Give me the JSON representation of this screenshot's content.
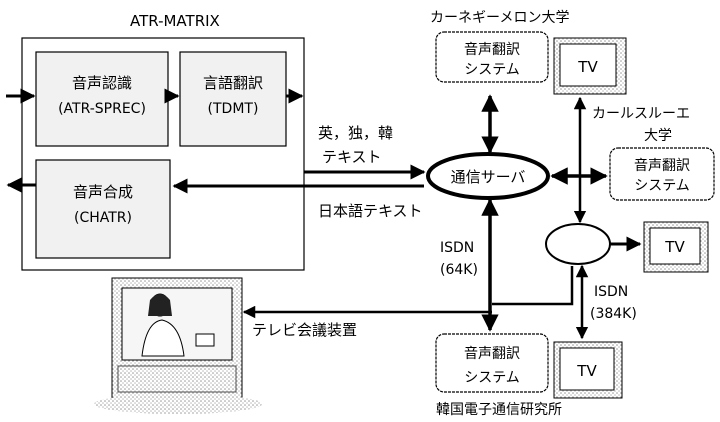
{
  "system_title": "ATR-MATRIX",
  "modules": {
    "recognition": {
      "line1": "音声認識",
      "line2": "(ATR-SPREC)"
    },
    "translation": {
      "line1": "言語翻訳",
      "line2": "(TDMT)"
    },
    "synthesis": {
      "line1": "音声合成",
      "line2": "(CHATR)"
    }
  },
  "labels": {
    "foreign_text_line1": "英，独，韓",
    "foreign_text_line2": "テキスト",
    "japanese_text": "日本語テキスト",
    "server": "通信サーバ",
    "isdn_64_line1": "ISDN",
    "isdn_64_line2": "(64K)",
    "isdn_384_line1": "ISDN",
    "isdn_384_line2": "(384K)",
    "tv_conference": "テレビ会議装置"
  },
  "sites": {
    "cmu": {
      "name": "カーネギーメロン大学",
      "sys_line1": "音声翻訳",
      "sys_line2": "システム",
      "tv": "TV"
    },
    "karlsruhe": {
      "name_line1": "カールスルーエ",
      "name_line2": "大学",
      "sys_line1": "音声翻訳",
      "sys_line2": "システム"
    },
    "middle": {
      "tv": "TV"
    },
    "etri": {
      "name": "韓国電子通信研究所",
      "sys_line1": "音声翻訳",
      "sys_line2": "システム",
      "tv": "TV"
    }
  }
}
